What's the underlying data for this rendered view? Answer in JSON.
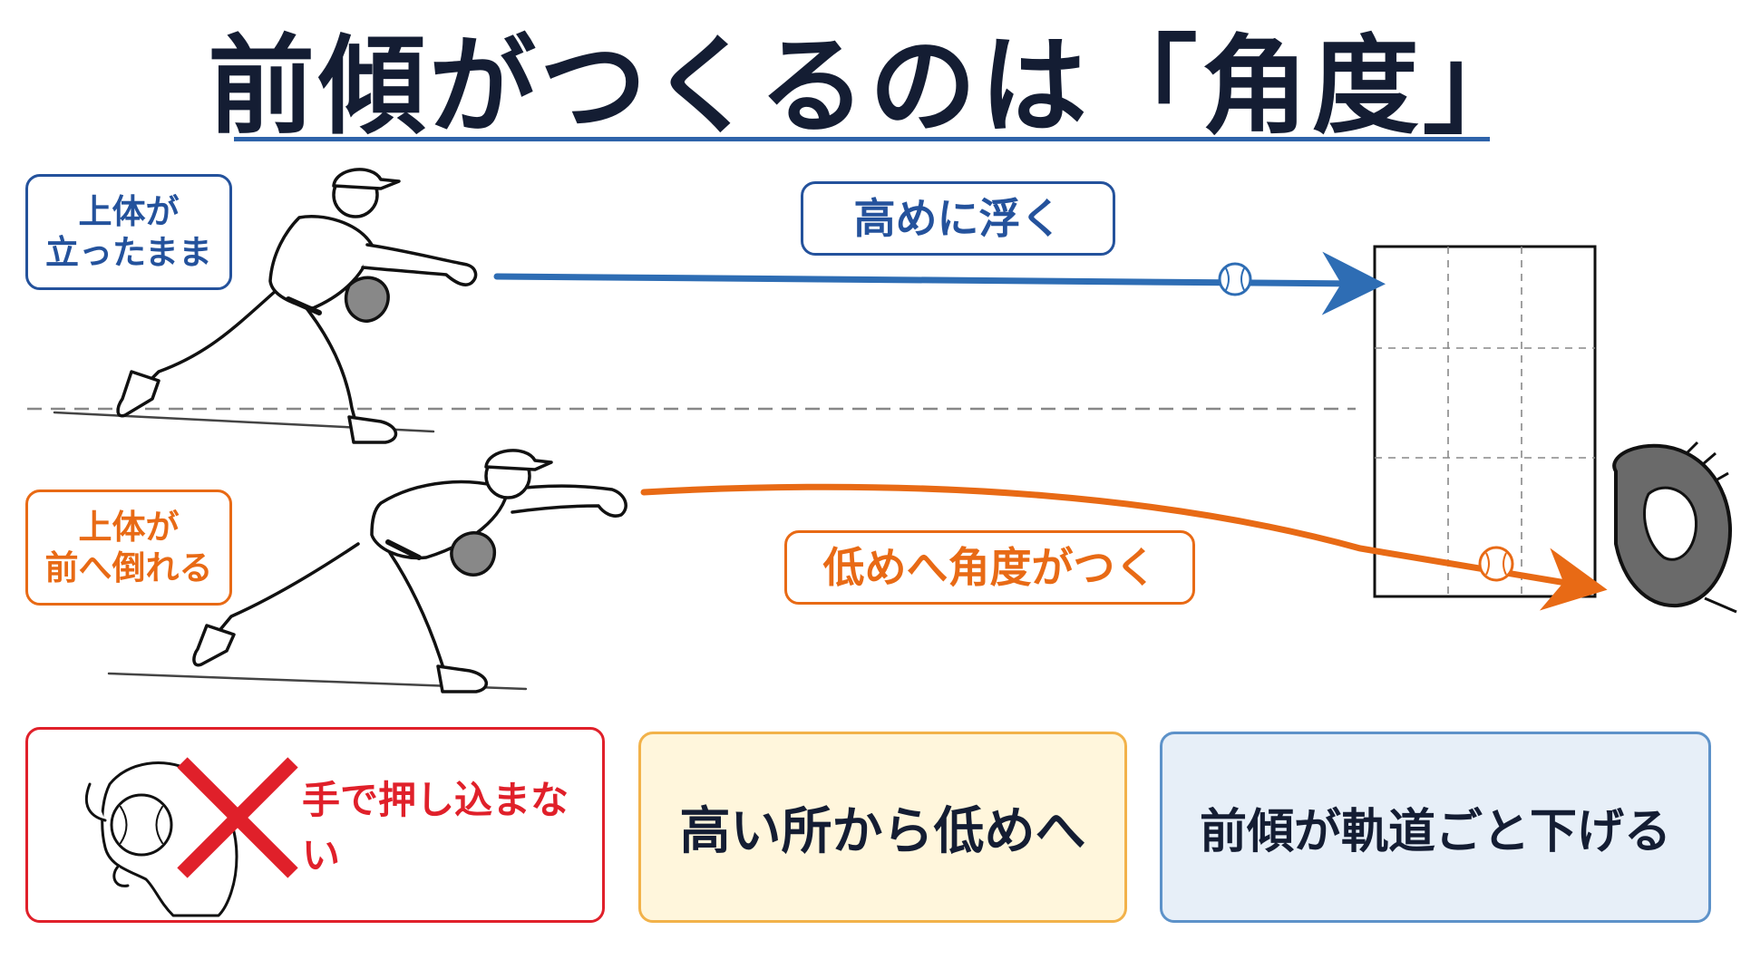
{
  "title": "前傾がつくるのは「角度」",
  "upright": {
    "label_line1": "上体が",
    "label_line2": "立ったまま",
    "trajectory_label": "高めに浮く",
    "color": "#2e6db4"
  },
  "forward": {
    "label_line1": "上体が",
    "label_line2": "前へ倒れる",
    "trajectory_label": "低めへ角度がつく",
    "color": "#e86a15"
  },
  "bottom": {
    "ng_text": "手で押し込まない",
    "high_to_low": "高い所から低めへ",
    "tilt_lowers": "前傾が軌道ごと下げる"
  },
  "colors": {
    "title": "#141d33",
    "rule": "#2e63aa",
    "ng": "#e0202a",
    "box_yellow": "#fff6dc",
    "box_yellow_border": "#f2b24a",
    "box_blue": "#e7eff8",
    "box_blue_border": "#5d92c9"
  }
}
